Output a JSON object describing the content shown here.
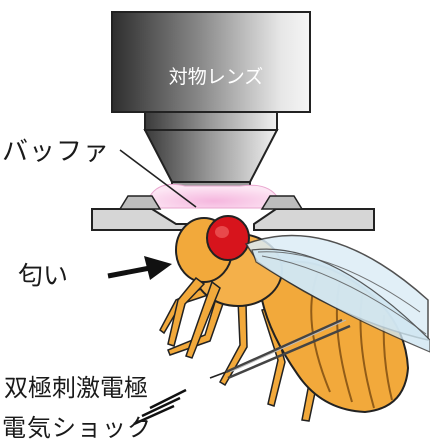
{
  "labels": {
    "lens": "対物レンズ",
    "buffer": "バッファ",
    "odor": "匂い",
    "electrode": "双極刺激電極",
    "shock": "電気ショック"
  },
  "colors": {
    "lens_dark": "#3a3a3a",
    "lens_light": "#f2f2f2",
    "buffer": "#f7c9e6",
    "stage": "#d9d9d9",
    "fly_body": "#f2a93b",
    "fly_eye": "#d7141c",
    "wing": "#d9eef7"
  }
}
